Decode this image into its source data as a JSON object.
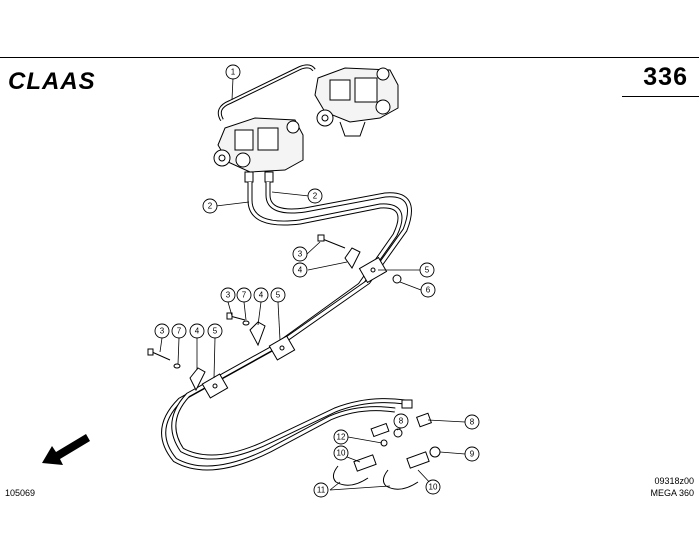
{
  "header": {
    "brand": "CLAAS",
    "page_number": "336"
  },
  "footer": {
    "left_code": "105069",
    "drawing_code": "09318z00",
    "model": "MEGA 360"
  },
  "callouts": [
    "1",
    "2",
    "2",
    "3",
    "4",
    "5",
    "6",
    "3",
    "7",
    "4",
    "5",
    "3",
    "7",
    "4",
    "5",
    "8",
    "12",
    "10",
    "11",
    "10",
    "8",
    "9"
  ],
  "icons": {
    "direction": "arrow-down-left-icon"
  }
}
